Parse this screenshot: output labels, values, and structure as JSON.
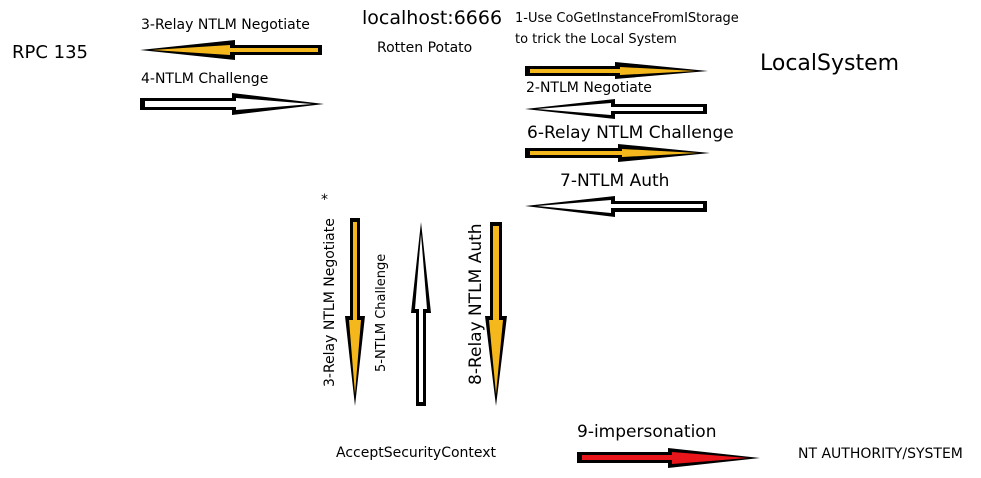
{
  "nodes": {
    "rpc": "RPC 135",
    "localhost": "localhost:6666",
    "rotten_potato": "Rotten Potato",
    "localsystem": "LocalSystem",
    "accept_security_context": "AcceptSecurityContext",
    "nt_authority": "NT AUTHORITY/SYSTEM"
  },
  "steps": {
    "s1_line1": "1-Use CoGetInstanceFromIStorage",
    "s1_line2": "to trick the Local System",
    "s2": "2-NTLM Negotiate",
    "s3": "3-Relay NTLM Negotiate",
    "s3_vertical": "3-Relay NTLM Negotiate",
    "s3_asterisk": "*",
    "s4": "4-NTLM Challenge",
    "s5_vertical": "5-NTLM Challenge",
    "s6": "6-Relay NTLM Challenge",
    "s7": "7-NTLM Auth",
    "s8_vertical": "8-Relay NTLM Auth",
    "s9": "9-impersonation"
  },
  "colors": {
    "outline": "#000000",
    "relay_fill": "#f5b81c",
    "white_fill": "#ffffff",
    "impersonation_fill": "#e8151b"
  }
}
